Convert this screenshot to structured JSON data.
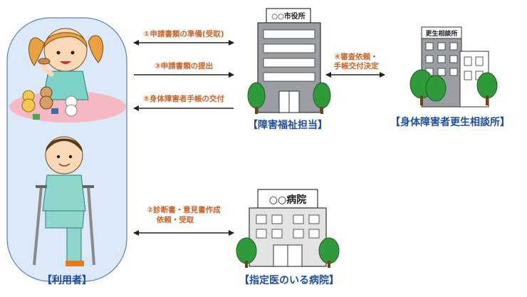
{
  "labels": {
    "user": "【利用者】",
    "city_dept": "【障害福祉担当】",
    "consult_center": "【身体障害者更生相談所】",
    "hospital": "【指定医のいる病院】"
  },
  "signs": {
    "city_office": "○○市役所",
    "consult_center": "更生相談所",
    "hospital": "○○病院"
  },
  "steps": {
    "s1": "①申請書類の準備(受取)",
    "s2_line1": "②診断書・意見書作成",
    "s2_line2": "依頼・受取",
    "s3": "③申請書類の提出",
    "s4_line1": "④審査依頼・",
    "s4_line2": "手帳交付決定",
    "s5": "⑤身体障害者手帳の交付"
  },
  "colors": {
    "step_text": "#c8642a",
    "label_text": "#1f4e9a",
    "user_panel_fill": "#dce9f8",
    "user_panel_stroke": "#5b7fb6"
  }
}
